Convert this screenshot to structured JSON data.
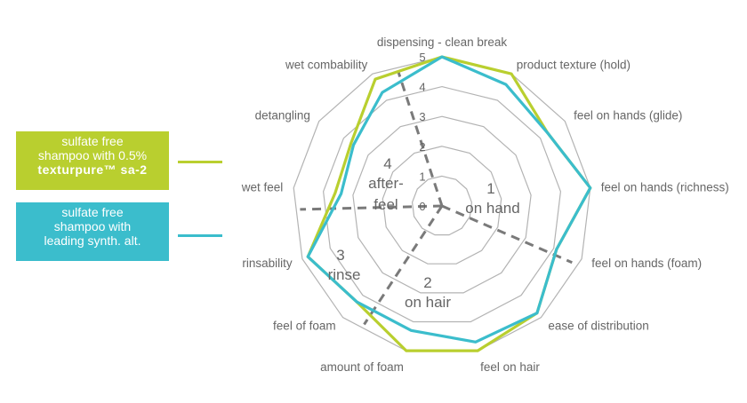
{
  "chart_data": {
    "type": "radar",
    "rmax": 5,
    "ring_labels": [
      "0",
      "1",
      "2",
      "3",
      "4",
      "5"
    ],
    "axes": [
      "dispensing - clean break",
      "product texture (hold)",
      "feel on hands (glide)",
      "feel on hands (richness)",
      "feel on hands (foam)",
      "ease of distribution",
      "feel on hair",
      "amount of foam",
      "feel of foam",
      "rinsability",
      "wet feel",
      "detangling",
      "wet combability"
    ],
    "series": [
      {
        "name_line1": "sulfate free",
        "name_line2": "shampoo with 0.5%",
        "name_line3": "texturpure™ sa-2",
        "color": "#b9cf2f",
        "values": [
          5,
          5,
          4.3,
          5,
          4.1,
          4.8,
          5,
          5,
          4.3,
          4.8,
          3.6,
          3.7,
          4.8
        ]
      },
      {
        "name_line1": "sulfate free",
        "name_line2": "shampoo with",
        "name_line3": "leading synth. alt.",
        "color": "#3bbdcc",
        "values": [
          5,
          4.6,
          4.3,
          5,
          4.1,
          4.8,
          4.7,
          4.3,
          4.3,
          4.8,
          3.4,
          3.6,
          4.3
        ]
      }
    ],
    "sections": [
      {
        "label_num": "1",
        "label_text": "on hand"
      },
      {
        "label_num": "2",
        "label_text": "on hair"
      },
      {
        "label_num": "3",
        "label_text": "rinse"
      },
      {
        "label_num": "4",
        "label_text": "after-",
        "label_text2": "feel"
      }
    ],
    "colors": {
      "grid": "#b3b3b3",
      "label": "#666666",
      "divider": "#7a7a7a"
    }
  }
}
